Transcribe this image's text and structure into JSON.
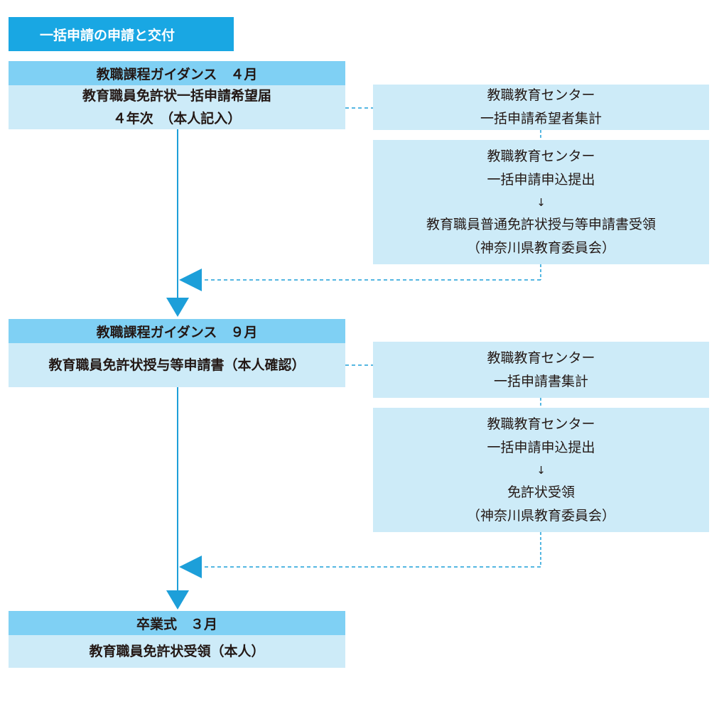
{
  "title": "一括申請の申請と交付",
  "stage1": {
    "header": "教職課程ガイダンス　４月",
    "lines": [
      "教育職員免許状一括申請希望届",
      "４年次　（本人記入）"
    ]
  },
  "stage1_side_a": {
    "lines": [
      "教職教育センター",
      "一括申請希望者集計"
    ]
  },
  "stage1_side_b": {
    "lines": [
      "教職教育センター",
      "一括申請申込提出",
      "↓",
      "教育職員普通免許状授与等申請書受領",
      "（神奈川県教育委員会）"
    ]
  },
  "stage2": {
    "header": "教職課程ガイダンス　９月",
    "lines": [
      "教育職員免許状授与等申請書（本人確認）"
    ]
  },
  "stage2_side_a": {
    "lines": [
      "教職教育センター",
      "一括申請書集計"
    ]
  },
  "stage2_side_b": {
    "lines": [
      "教職教育センター",
      "一括申請申込提出",
      "↓",
      "免許状受領",
      "（神奈川県教育委員会）"
    ]
  },
  "stage3": {
    "header": "卒業式　３月",
    "lines": [
      "教育職員免許状受領（本人）"
    ]
  },
  "colors": {
    "title_bg": "#19a7e3",
    "header_bg": "#7fd0f4",
    "box_bg": "#cdebf8",
    "line": "#1d9fd9"
  }
}
